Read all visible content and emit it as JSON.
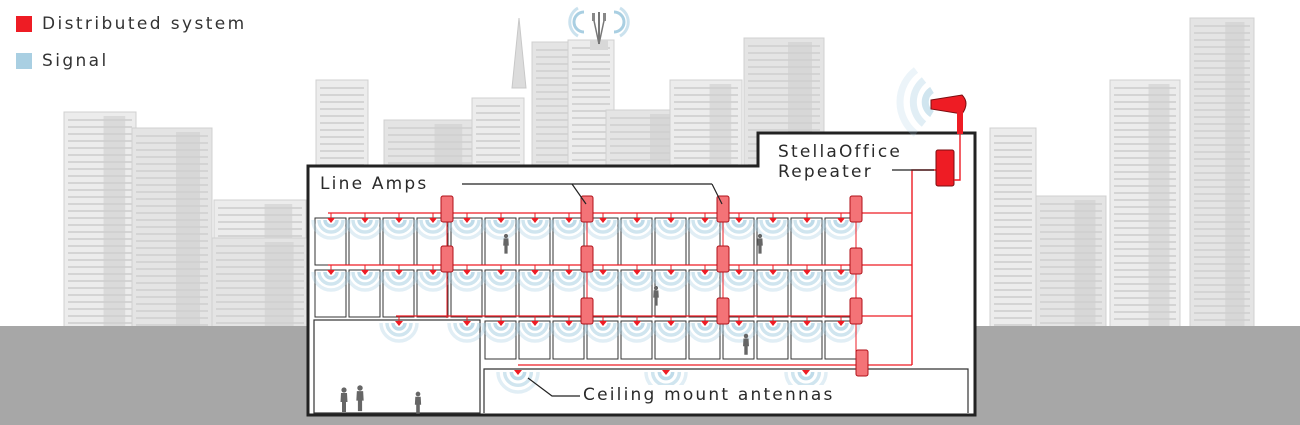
{
  "legend": [
    {
      "label": "Distributed system",
      "color": "#ee1c24"
    },
    {
      "label": "Signal",
      "color": "#a9cfe2"
    }
  ],
  "labels": {
    "line_amps": "Line Amps",
    "repeater_line1": "StellaOffice",
    "repeater_line2": "Repeater",
    "ceiling_antennas": "Ceiling mount antennas"
  },
  "colors": {
    "system": "#ee1c24",
    "amp_fill": "#f47377",
    "signal": "#a9cfe2",
    "ground": "#a7a7a7",
    "building_outline": "#222222"
  },
  "icons": {
    "cell_tower": "cell-tower-icon",
    "donor_antenna": "donor-antenna-icon",
    "person": "person-icon"
  }
}
